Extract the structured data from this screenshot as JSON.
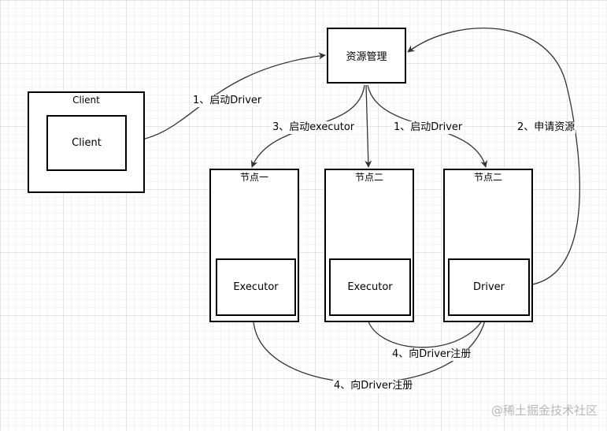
{
  "nodes": {
    "resource_manager": {
      "label": "资源管理"
    },
    "client_outer": {
      "title": "Client"
    },
    "client_inner": {
      "label": "Client"
    },
    "node_one": {
      "title": "节点一",
      "inner_label": "Executor"
    },
    "node_two": {
      "title": "节点二",
      "inner_label": "Executor"
    },
    "node_three": {
      "title": "节点二",
      "inner_label": "Driver"
    }
  },
  "edges": {
    "client_to_rm": "1、启动Driver",
    "rm_to_node_one": "3、启动executor",
    "rm_to_node_three": "1、启动Driver",
    "driver_to_rm": "2、申请资源",
    "executor2_register": "4、向Driver注册",
    "executor1_register": "4、向Driver注册"
  },
  "watermark": "@稀土掘金技术社区",
  "colors": {
    "line": "#333333",
    "border": "#000000",
    "grid": "#e6e6e6",
    "watermark": "#b9b9b9"
  }
}
